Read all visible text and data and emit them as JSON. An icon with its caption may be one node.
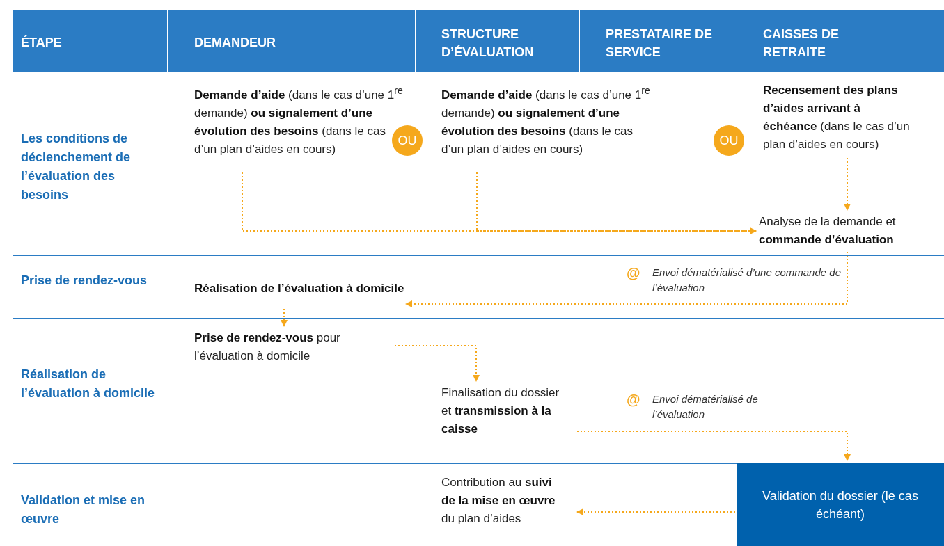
{
  "diagram": {
    "nodes": [
      {
        "text": [
          "**Demande d’aide** (dans le cas d’une 1$^{re}$ demande) **ou signalement d’une évolution des besoins** (dans le cas d’un plan d’aides en cours)"
        ]
      },
      {
        "text": [
          "OU"
        ]
      },
      {
        "text": [
          "**Demande d’aide** (dans le cas d’une 1$^{re}$ demande) **ou signalement d’une évolution des besoins** (dans le cas d’un plan d’aides en cours)"
        ]
      },
      {
        "text": [
          "OU"
        ]
      },
      {
        "text": [
          "**Recensement des plans d’aides arrivant à échéance** (dans le cas d’un plan d’aides en cours)"
        ]
      },
      {
        "text": [
          "Analyse de la demande et **commande d’évaluation**"
        ]
      },
      {
        "text": [
          "Réalisation de l’évaluation à domicile"
        ]
      },
      {
        "text": [
          "**Prise de rendez-vous** pour l’évaluation à domicile"
        ]
      },
      {
        "text": [
          "Finalisation du dossier et **transmission à la caisse**"
        ]
      },
      {
        "text": [
          "Validation du dossier (le cas échéant)"
        ]
      },
      {
        "text": [
          "Contribution au **suivi de la mise en œuvre** du plan d’aides"
        ]
      }
    ],
    "edges": [
      {
        "from": 0,
        "to": 5,
        "arrow": "to",
        "style": "dashed"
      },
      {
        "from": 2,
        "to": 5,
        "arrow": "to",
        "style": "dashed"
      },
      {
        "from": 4,
        "to": 5,
        "arrow": "to",
        "style": "dashed"
      },
      {
        "from": 5,
        "to": 6,
        "arrow": "to",
        "style": "dashed",
        "label": "Envoi dématérialisé d’une commande de l’évaluation"
      },
      {
        "from": 6,
        "to": 7,
        "arrow": "to",
        "style": "dashed"
      },
      {
        "from": 7,
        "to": 8,
        "arrow": "to",
        "style": "dashed"
      },
      {
        "from": 8,
        "to": 9,
        "arrow": "to",
        "style": "dashed",
        "label": "Envoi dématérialisé de l’évaluation"
      },
      {
        "from": 9,
        "to": 10,
        "arrow": "to",
        "style": "dashed"
      }
    ],
    "labels": [
      "ÉTAPE",
      "DEMANDEUR",
      "STRUCTURE D’ÉVALUATION",
      "PRESTATAIRE DE SERVICE",
      "CAISSES DE RETRAITE",
      "Les conditions de déclenchement de l’évaluation des besoins",
      "Prise de rendez-vous",
      "Réalisation de l’évaluation à domicile",
      "Validation et mise en œuvre",
      "@",
      "@"
    ]
  }
}
